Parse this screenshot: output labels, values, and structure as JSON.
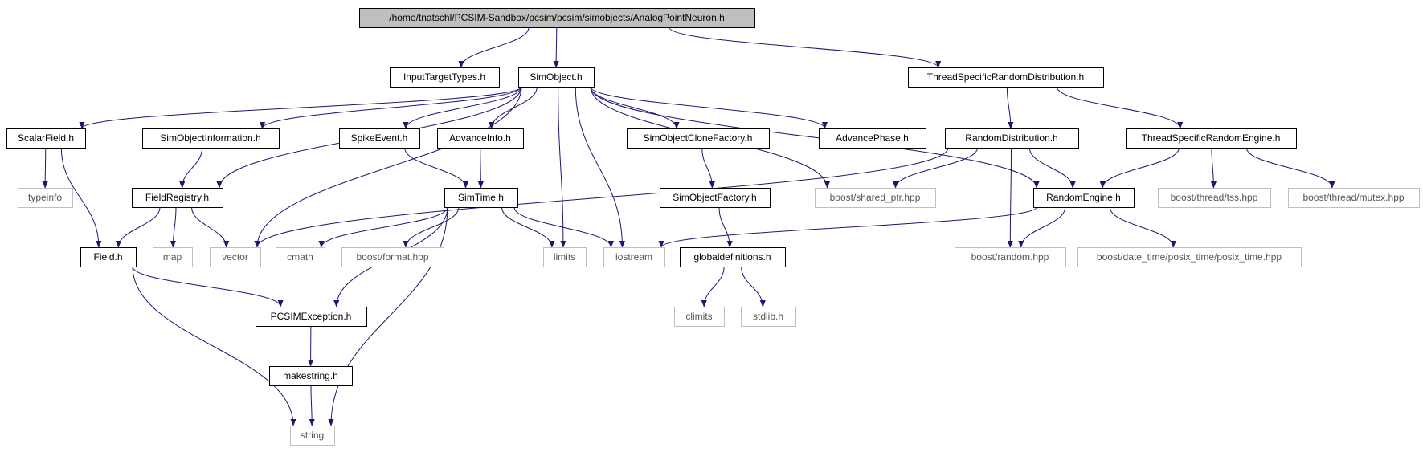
{
  "colors": {
    "edge": "#191970",
    "root_fill": "#bfbfbf",
    "node_border": "#000000",
    "external_border": "#bfbfbf",
    "background": "#ffffff"
  },
  "nodes": [
    {
      "id": "analog",
      "label": "/home/tnatschl/PCSIM-Sandbox/pcsim/pcsim/simobjects/AnalogPointNeuron.h",
      "kind": "root"
    },
    {
      "id": "inputtarget",
      "label": "InputTargetTypes.h",
      "kind": "internal"
    },
    {
      "id": "simobject",
      "label": "SimObject.h",
      "kind": "internal"
    },
    {
      "id": "tsrd",
      "label": "ThreadSpecificRandomDistribution.h",
      "kind": "internal"
    },
    {
      "id": "scalarfield",
      "label": "ScalarField.h",
      "kind": "internal"
    },
    {
      "id": "simobjinfo",
      "label": "SimObjectInformation.h",
      "kind": "internal"
    },
    {
      "id": "spikeevent",
      "label": "SpikeEvent.h",
      "kind": "internal"
    },
    {
      "id": "advanceinfo",
      "label": "AdvanceInfo.h",
      "kind": "internal"
    },
    {
      "id": "clonefactory",
      "label": "SimObjectCloneFactory.h",
      "kind": "internal"
    },
    {
      "id": "advancephase",
      "label": "AdvancePhase.h",
      "kind": "internal"
    },
    {
      "id": "randomdist",
      "label": "RandomDistribution.h",
      "kind": "internal"
    },
    {
      "id": "tsre",
      "label": "ThreadSpecificRandomEngine.h",
      "kind": "internal"
    },
    {
      "id": "typeinfo",
      "label": "typeinfo",
      "kind": "external"
    },
    {
      "id": "fieldregistry",
      "label": "FieldRegistry.h",
      "kind": "internal"
    },
    {
      "id": "simtime",
      "label": "SimTime.h",
      "kind": "internal"
    },
    {
      "id": "objfactory",
      "label": "SimObjectFactory.h",
      "kind": "internal"
    },
    {
      "id": "sharedptr",
      "label": "boost/shared_ptr.hpp",
      "kind": "external"
    },
    {
      "id": "randomengine",
      "label": "RandomEngine.h",
      "kind": "internal"
    },
    {
      "id": "tss",
      "label": "boost/thread/tss.hpp",
      "kind": "external"
    },
    {
      "id": "mutex",
      "label": "boost/thread/mutex.hpp",
      "kind": "external"
    },
    {
      "id": "field",
      "label": "Field.h",
      "kind": "internal"
    },
    {
      "id": "map",
      "label": "map",
      "kind": "external"
    },
    {
      "id": "vector",
      "label": "vector",
      "kind": "external"
    },
    {
      "id": "cmath",
      "label": "cmath",
      "kind": "external"
    },
    {
      "id": "format",
      "label": "boost/format.hpp",
      "kind": "external"
    },
    {
      "id": "limits",
      "label": "limits",
      "kind": "external"
    },
    {
      "id": "iostream",
      "label": "iostream",
      "kind": "external"
    },
    {
      "id": "globaldefs",
      "label": "globaldefinitions.h",
      "kind": "internal"
    },
    {
      "id": "boostrandom",
      "label": "boost/random.hpp",
      "kind": "external"
    },
    {
      "id": "posixtime",
      "label": "boost/date_time/posix_time/posix_time.hpp",
      "kind": "external"
    },
    {
      "id": "pcsimexception",
      "label": "PCSIMException.h",
      "kind": "internal"
    },
    {
      "id": "climits",
      "label": "climits",
      "kind": "external"
    },
    {
      "id": "stdlib",
      "label": "stdlib.h",
      "kind": "external"
    },
    {
      "id": "makestring",
      "label": "makestring.h",
      "kind": "internal"
    },
    {
      "id": "string",
      "label": "string",
      "kind": "external"
    }
  ],
  "edges": [
    {
      "from": "analog",
      "to": "inputtarget"
    },
    {
      "from": "analog",
      "to": "simobject"
    },
    {
      "from": "analog",
      "to": "tsrd"
    },
    {
      "from": "simobject",
      "to": "scalarfield"
    },
    {
      "from": "simobject",
      "to": "simobjinfo"
    },
    {
      "from": "simobject",
      "to": "fieldregistry"
    },
    {
      "from": "simobject",
      "to": "spikeevent"
    },
    {
      "from": "simobject",
      "to": "advanceinfo"
    },
    {
      "from": "simobject",
      "to": "clonefactory"
    },
    {
      "from": "simobject",
      "to": "advancephase"
    },
    {
      "from": "simobject",
      "to": "sharedptr"
    },
    {
      "from": "simobject",
      "to": "randomengine"
    },
    {
      "from": "simobject",
      "to": "vector"
    },
    {
      "from": "simobject",
      "to": "limits"
    },
    {
      "from": "simobject",
      "to": "iostream"
    },
    {
      "from": "tsrd",
      "to": "randomdist"
    },
    {
      "from": "tsrd",
      "to": "tsre"
    },
    {
      "from": "scalarfield",
      "to": "typeinfo"
    },
    {
      "from": "scalarfield",
      "to": "field"
    },
    {
      "from": "simobjinfo",
      "to": "fieldregistry"
    },
    {
      "from": "spikeevent",
      "to": "simtime"
    },
    {
      "from": "advanceinfo",
      "to": "simtime"
    },
    {
      "from": "clonefactory",
      "to": "objfactory"
    },
    {
      "from": "randomdist",
      "to": "vector"
    },
    {
      "from": "randomdist",
      "to": "sharedptr"
    },
    {
      "from": "randomdist",
      "to": "randomengine"
    },
    {
      "from": "randomdist",
      "to": "boostrandom"
    },
    {
      "from": "tsre",
      "to": "randomengine"
    },
    {
      "from": "tsre",
      "to": "tss"
    },
    {
      "from": "tsre",
      "to": "mutex"
    },
    {
      "from": "fieldregistry",
      "to": "field"
    },
    {
      "from": "fieldregistry",
      "to": "map"
    },
    {
      "from": "fieldregistry",
      "to": "vector"
    },
    {
      "from": "simtime",
      "to": "cmath"
    },
    {
      "from": "simtime",
      "to": "format"
    },
    {
      "from": "simtime",
      "to": "limits"
    },
    {
      "from": "simtime",
      "to": "iostream"
    },
    {
      "from": "simtime",
      "to": "pcsimexception"
    },
    {
      "from": "simtime",
      "to": "string"
    },
    {
      "from": "objfactory",
      "to": "globaldefs"
    },
    {
      "from": "randomengine",
      "to": "iostream"
    },
    {
      "from": "randomengine",
      "to": "boostrandom"
    },
    {
      "from": "randomengine",
      "to": "posixtime"
    },
    {
      "from": "field",
      "to": "pcsimexception"
    },
    {
      "from": "field",
      "to": "string"
    },
    {
      "from": "globaldefs",
      "to": "climits"
    },
    {
      "from": "globaldefs",
      "to": "stdlib"
    },
    {
      "from": "pcsimexception",
      "to": "makestring"
    },
    {
      "from": "makestring",
      "to": "string"
    }
  ]
}
